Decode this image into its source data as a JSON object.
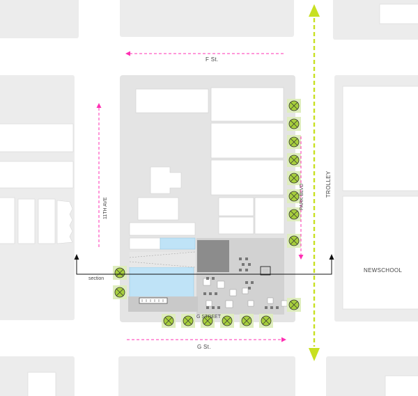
{
  "labels": {
    "street_top": "F St.",
    "street_bottom": "G St.",
    "avenue_left": "11TH AVE",
    "park_blvd": "PARK BLVD",
    "trolley": "TROLLEY",
    "newschool": "NEWSCHOOL",
    "section": "section",
    "g_street": "G STREET"
  },
  "colors": {
    "block_gray": "#ececec",
    "site_gray": "#e4e4e4",
    "building_white": "#ffffff",
    "water_blue": "#bfe3f7",
    "plaza_gray": "#cfcfcf",
    "dark_block": "#8c8c8c",
    "magenta_arrow": "#ff2fb3",
    "trolley_lime": "#c8e021",
    "tree_green": "#a7cf3d",
    "section_line": "#111111"
  }
}
